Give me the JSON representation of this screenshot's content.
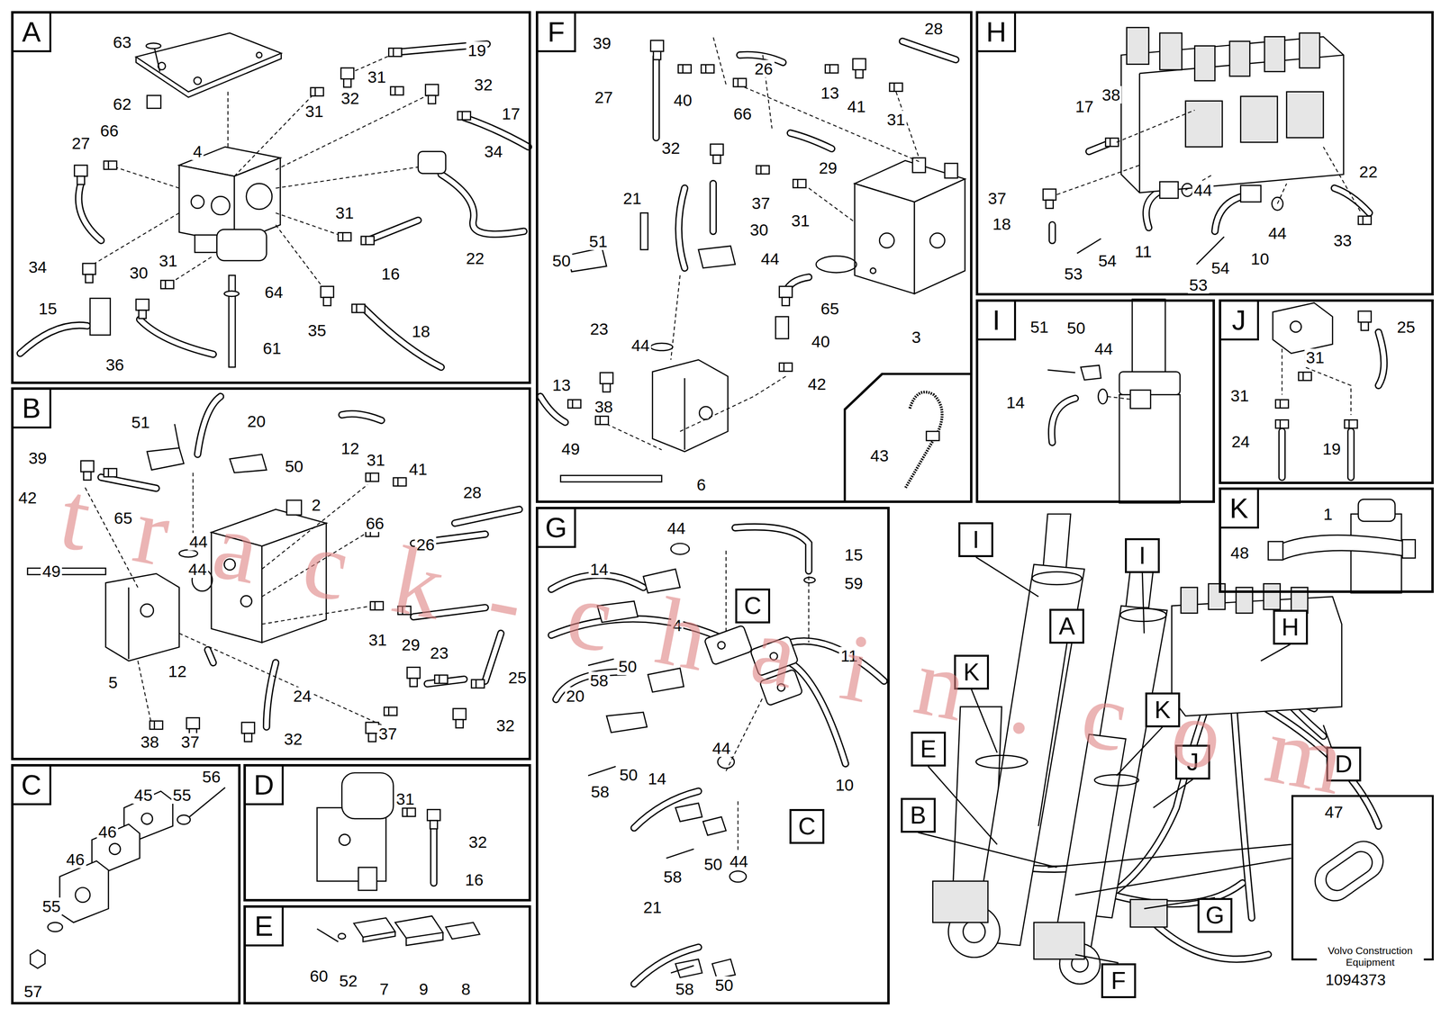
{
  "diagram": {
    "nodes": [
      {
        "text": [
          "A"
        ]
      },
      {
        "text": [
          "B"
        ]
      },
      {
        "text": [
          "C"
        ]
      },
      {
        "text": [
          "D"
        ]
      },
      {
        "text": [
          "E"
        ]
      },
      {
        "text": [
          "F"
        ]
      },
      {
        "text": [
          "G"
        ]
      },
      {
        "text": [
          "H"
        ]
      },
      {
        "text": [
          "I"
        ]
      },
      {
        "text": [
          "J"
        ]
      },
      {
        "text": [
          "K"
        ]
      },
      {
        "text": [
          "43"
        ],
        "in": 5
      },
      {
        "text": [
          "C"
        ],
        "in": 6
      },
      {
        "text": [
          "C"
        ],
        "in": 6
      },
      {
        "text": [
          "I"
        ]
      },
      {
        "text": [
          "I"
        ]
      },
      {
        "text": [
          "A"
        ]
      },
      {
        "text": [
          "H"
        ]
      },
      {
        "text": [
          "K"
        ]
      },
      {
        "text": [
          "K"
        ]
      },
      {
        "text": [
          "E"
        ]
      },
      {
        "text": [
          "J"
        ]
      },
      {
        "text": [
          "D"
        ]
      },
      {
        "text": [
          "B"
        ]
      },
      {
        "text": [
          "G"
        ]
      },
      {
        "text": [
          "F"
        ]
      },
      {
        "text": [
          "47"
        ]
      }
    ],
    "labels": [
      "63",
      "19",
      "62",
      "31",
      "32",
      "31",
      "32",
      "17",
      "27",
      "66",
      "4",
      "34",
      "31",
      "16",
      "22",
      "34",
      "31",
      "30",
      "64",
      "15",
      "35",
      "18",
      "36",
      "61",
      "51",
      "20",
      "39",
      "12",
      "31",
      "41",
      "50",
      "42",
      "2",
      "28",
      "65",
      "66",
      "44",
      "26",
      "49",
      "44",
      "31",
      "29",
      "23",
      "12",
      "25",
      "5",
      "24",
      "32",
      "37",
      "38",
      "37",
      "32",
      "56",
      "45",
      "55",
      "46",
      "46",
      "55",
      "57",
      "31",
      "32",
      "16",
      "60",
      "52",
      "7",
      "9",
      "8",
      "39",
      "28",
      "26",
      "27",
      "40",
      "13",
      "41",
      "66",
      "31",
      "32",
      "29",
      "21",
      "37",
      "31",
      "30",
      "51",
      "50",
      "44",
      "65",
      "23",
      "3",
      "40",
      "44",
      "42",
      "13",
      "38",
      "49",
      "6",
      "17",
      "38",
      "22",
      "44",
      "37",
      "18",
      "44",
      "33",
      "11",
      "10",
      "54",
      "54",
      "53",
      "53",
      "51",
      "50",
      "44",
      "14",
      "25",
      "31",
      "31",
      "24",
      "19",
      "1",
      "48",
      "44",
      "15",
      "14",
      "59",
      "4",
      "11",
      "50",
      "58",
      "20",
      "44",
      "14",
      "50",
      "10",
      "58",
      "44",
      "50",
      "58",
      "21",
      "50",
      "58",
      "Volvo Construction Equipment",
      "1094373",
      "track-chain.com"
    ]
  }
}
